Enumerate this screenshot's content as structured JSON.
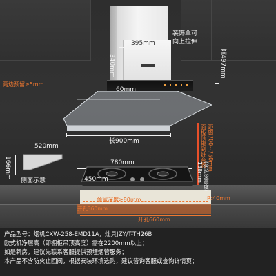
{
  "hood": {
    "top_label_line1": "装饰罩可",
    "top_label_line2": "向上拉伸",
    "chimney_width": "395mm",
    "chimney_depth": "340mm",
    "height_label": "高497mm",
    "panel_width": "60mm",
    "side_clearance": "两边预留≥5mm",
    "body_width": "长900mm"
  },
  "side_view": {
    "width": "520mm",
    "height": "166mm",
    "caption": "侧面示意"
  },
  "hood_to_stove": {
    "label_line1": "面板顶部到灶台面",
    "label_line2": "距离700~750mm"
  },
  "stove": {
    "width": "780mm",
    "depth": "450mm",
    "height_vert": "138mm",
    "height_note": "(含炉架高度)",
    "reserve_depth": "预留深度≥80mm",
    "cutout_depth": "开孔360mm",
    "cutout_width": "开孔660mm",
    "corner_radius": "R:40mm"
  },
  "info": {
    "model_line": "产品型号：烟机CXW-258-EMD11A，灶具JZY/T-TH26B",
    "line2": "欧式机净层高（即橱柜吊顶高度）需在2200mm以上；",
    "line3": "如是新房，建议先联系客服提供预埋烟管服务；",
    "line4": "本产品不含防火止回阀，根据安装环境选购，建议咨询客服或查询详情页；"
  },
  "colors": {
    "accent_orange": "#f07830",
    "text": "#f2f2f2",
    "background": "#2b2b2b"
  }
}
